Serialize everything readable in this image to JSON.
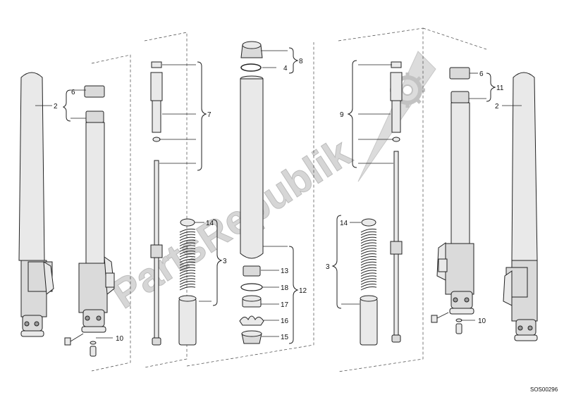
{
  "watermark": {
    "text": "PartsRepublik"
  },
  "diagram_code": "SOS00296",
  "callouts": {
    "l_2": "2",
    "l_6": "6",
    "l_10": "10",
    "l_7": "7",
    "l_3": "3",
    "l_14": "14",
    "c_8": "8",
    "c_4": "4",
    "c_13": "13",
    "c_18": "18",
    "c_12": "12",
    "c_17": "17",
    "c_16": "16",
    "c_15": "15",
    "r_9": "9",
    "r_3": "3",
    "r_14": "14",
    "r_6": "6",
    "r_11": "11",
    "r_2": "2",
    "r_10": "10"
  },
  "colors": {
    "line": "#222222",
    "part_fill": "#e9e9e9",
    "watermark": "#d6d6d6"
  }
}
